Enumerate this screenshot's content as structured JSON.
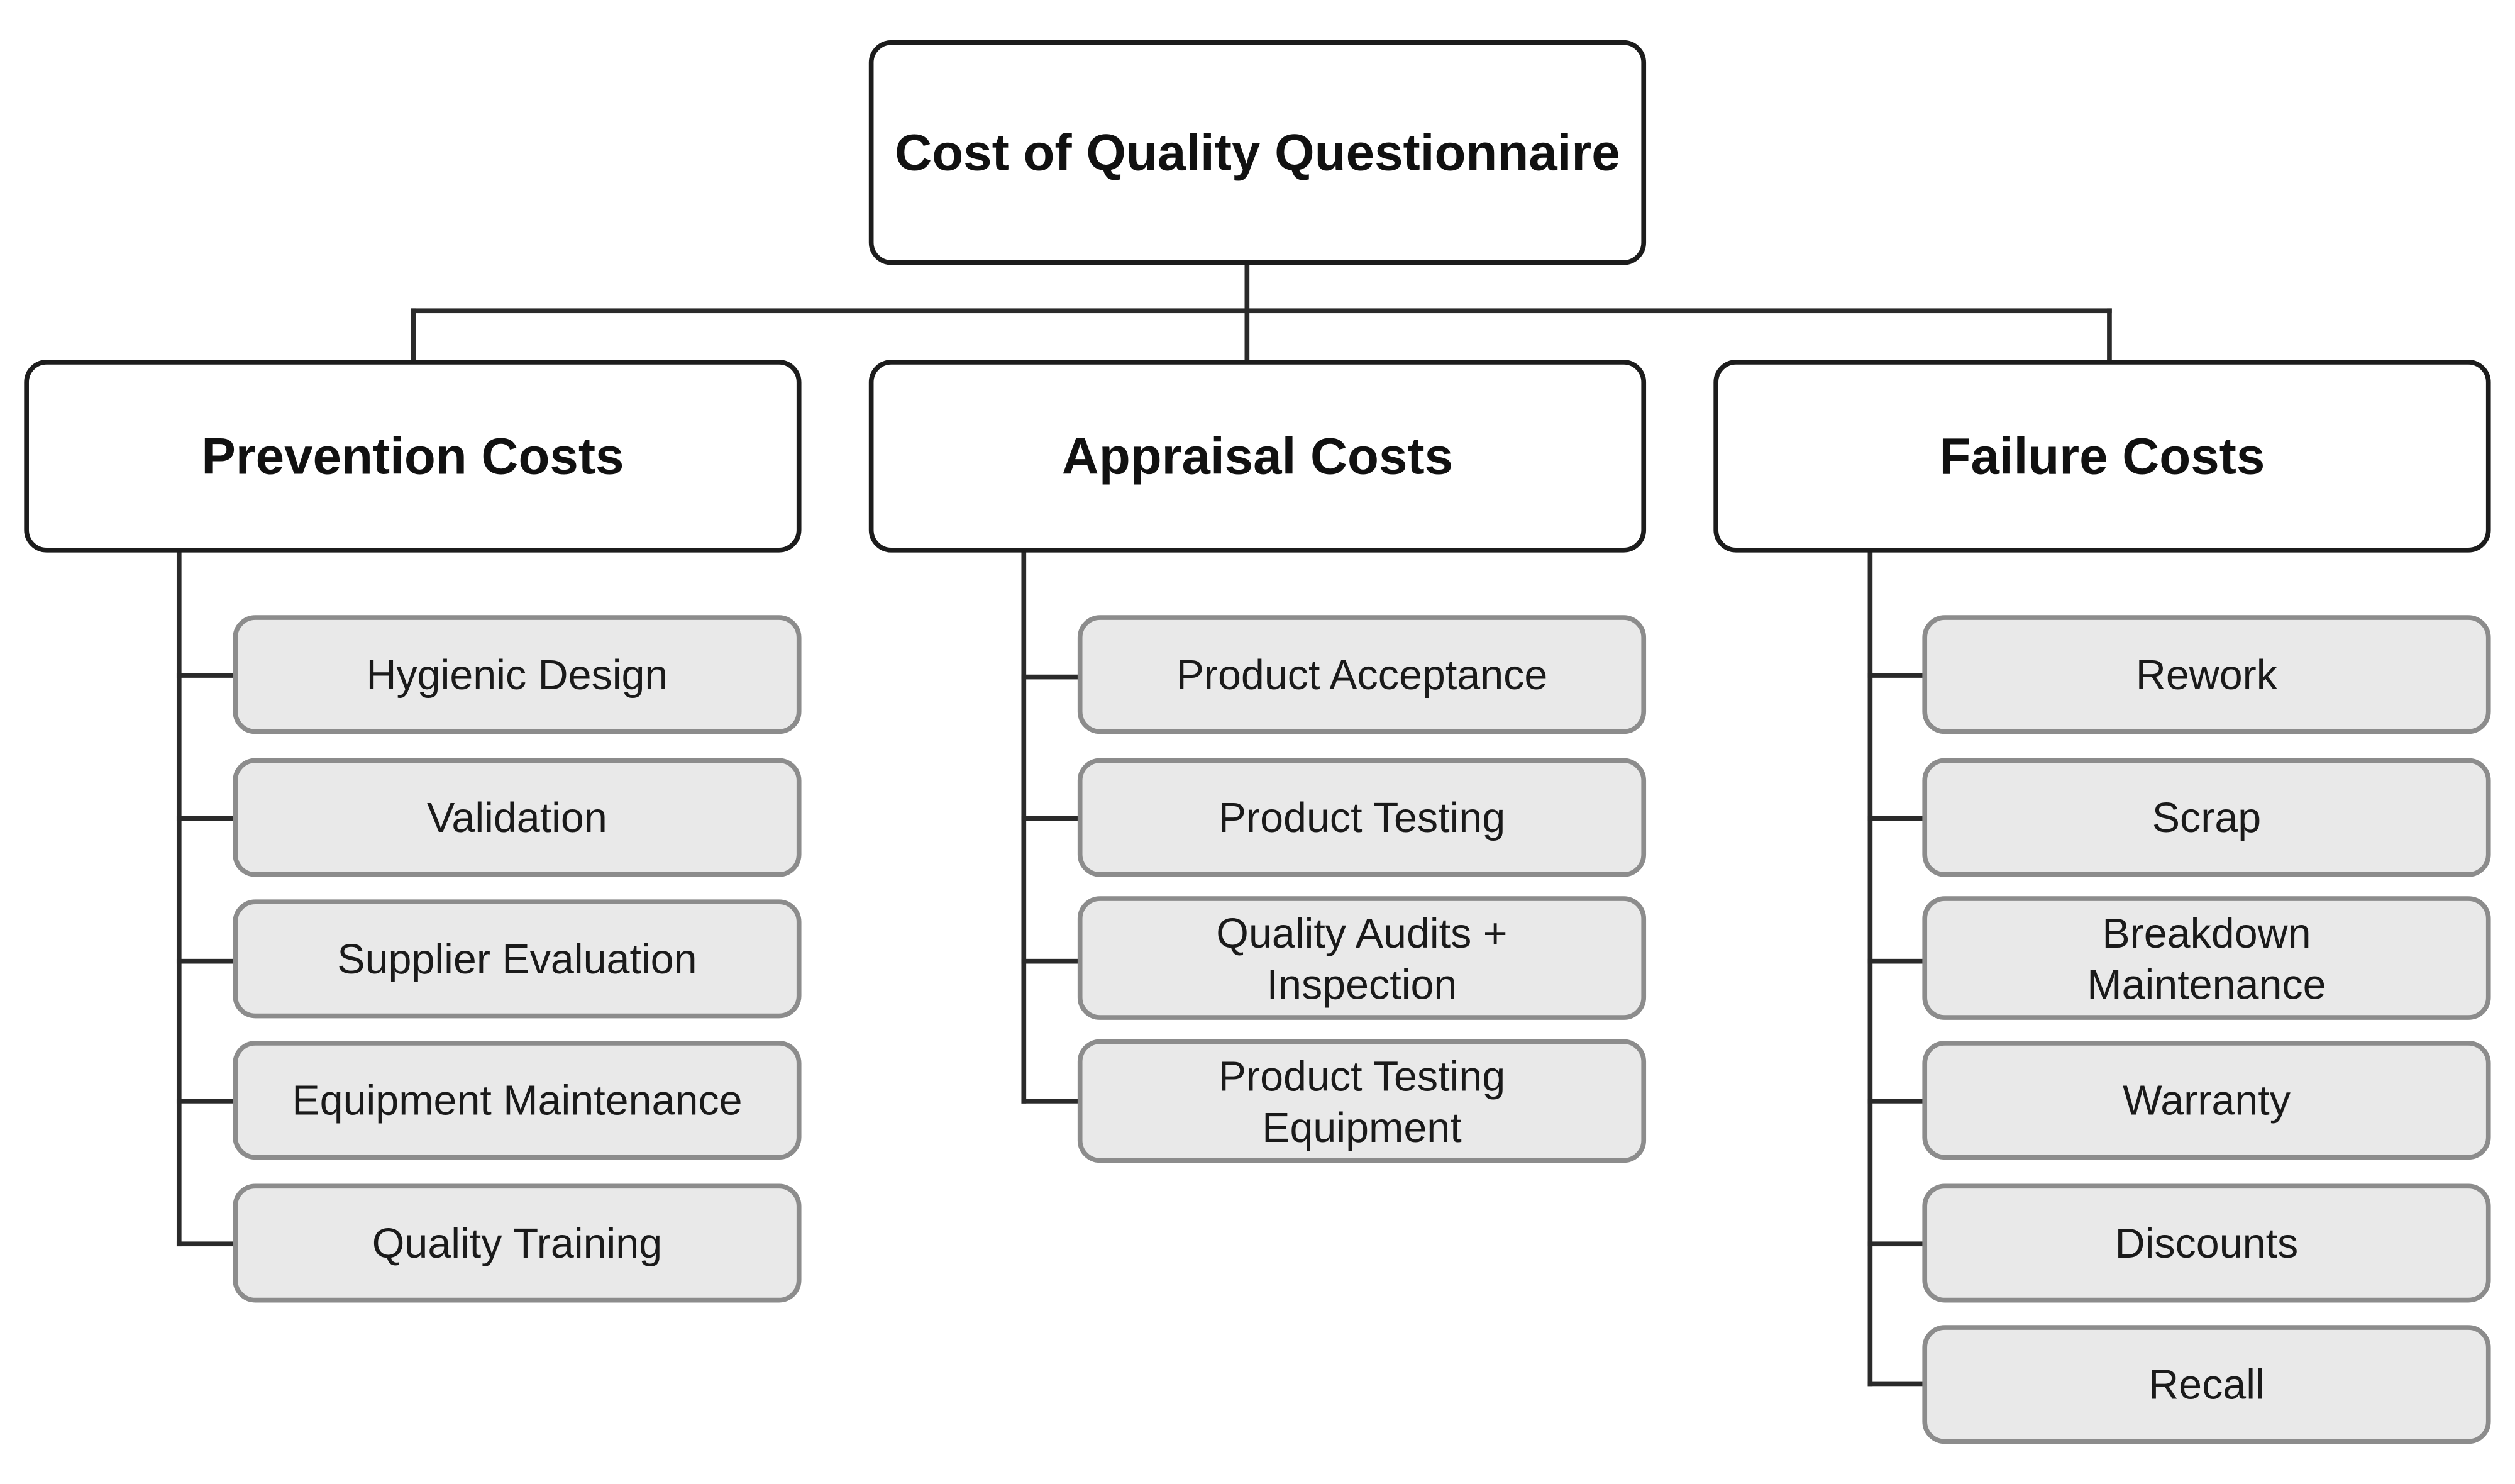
{
  "root": {
    "label": "Cost of Quality Questionnaire"
  },
  "categories": [
    {
      "label": "Prevention Costs",
      "items": [
        "Hygienic Design",
        "Validation",
        "Supplier Evaluation",
        "Equipment Maintenance",
        "Quality Training"
      ]
    },
    {
      "label": "Appraisal Costs",
      "items": [
        "Product Acceptance",
        "Product Testing",
        "Quality Audits + Inspection",
        "Product Testing Equipment"
      ]
    },
    {
      "label": "Failure Costs",
      "items": [
        "Rework",
        "Scrap",
        "Breakdown Maintenance",
        "Warranty",
        "Discounts",
        "Recall"
      ]
    }
  ],
  "colors": {
    "line": "#2a2a2a",
    "item_fill": "#e9e9e9",
    "item_border": "#8c8c8c",
    "header_border": "#1c1c1c"
  }
}
